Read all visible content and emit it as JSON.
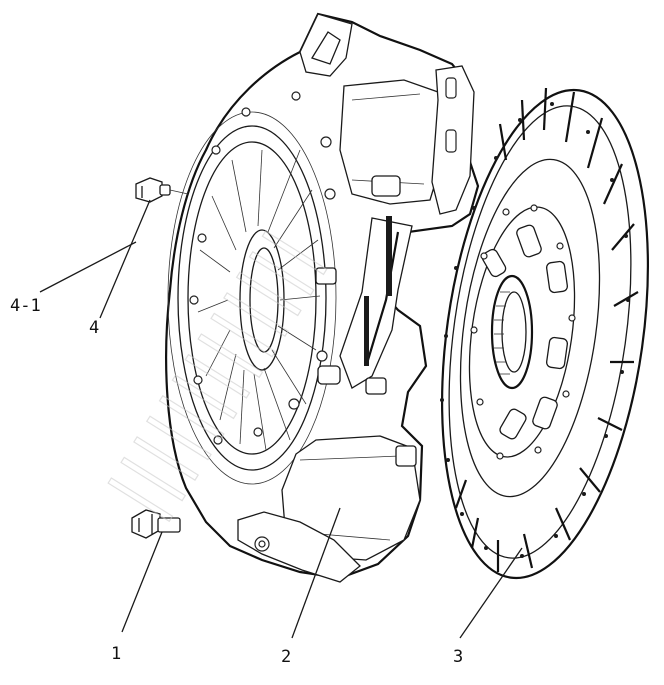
{
  "callouts": {
    "c41": "4-1",
    "c4": "4",
    "c1": "1",
    "c2": "2",
    "c3": "3"
  },
  "colors": {
    "line": "#1a1a1a",
    "background": "#ffffff",
    "watermark": "#c8c8c8"
  }
}
